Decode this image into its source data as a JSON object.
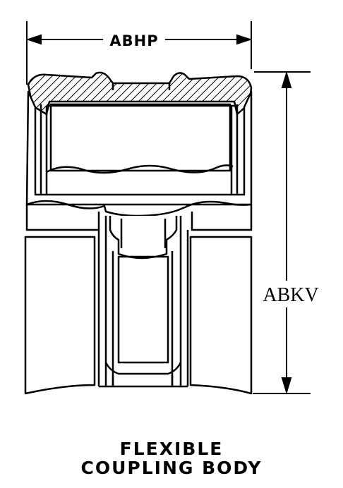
{
  "dimensions": {
    "width_label": "ABHP",
    "height_label": "ABKV"
  },
  "caption": {
    "line1": "FLEXIBLE",
    "line2": "COUPLING BODY"
  }
}
